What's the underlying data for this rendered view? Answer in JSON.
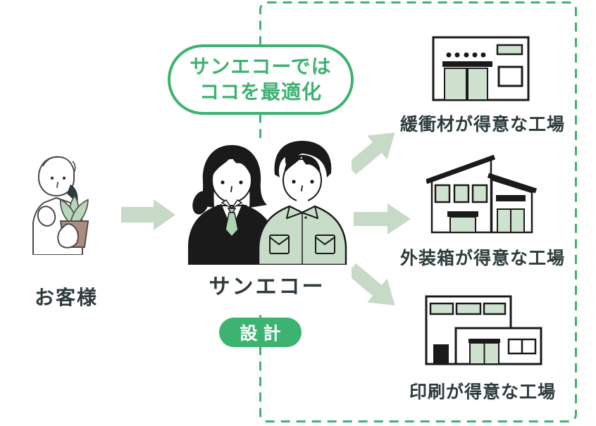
{
  "diagram": {
    "customer": {
      "label": "お客様"
    },
    "company": {
      "label": "サンエコー"
    },
    "speech_bubble": {
      "line1": "サンエコーでは",
      "line2": "ココを最適化"
    },
    "design_badge": {
      "label": "設計"
    },
    "factories": [
      {
        "label": "緩衝材が得意な工場"
      },
      {
        "label": "外装箱が得意な工場"
      },
      {
        "label": "印刷が得意な工場"
      }
    ],
    "colors": {
      "accent_green": "#3cb371",
      "arrow_sage": "#c7d9c7",
      "illustration_green": "#cfe2d0",
      "text_dark": "#2e3b3b",
      "pot_brown": "#a98e7e"
    }
  }
}
